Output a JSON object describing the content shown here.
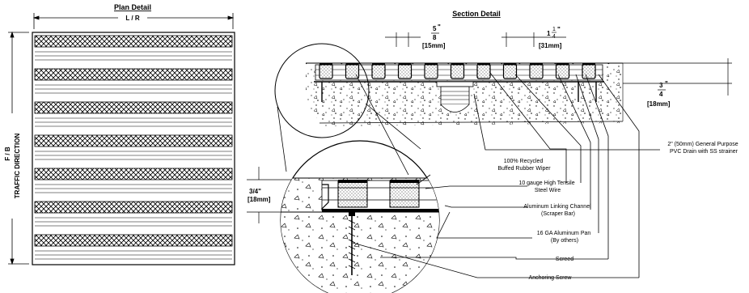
{
  "plan": {
    "title": "Plan Detail",
    "width_label": "L / R",
    "side_label_1": "F / B",
    "side_label_2": "TRAFFIC DIRECTION"
  },
  "section": {
    "title": "Section Detail",
    "dim_a_whole": "5",
    "dim_a_quote": "\"",
    "dim_a_den": "8",
    "dim_a_metric": "[15mm]",
    "dim_b_whole": "1",
    "dim_b_num": "1",
    "dim_b_den": "4",
    "dim_b_quote": "\"",
    "dim_b_metric": "[31mm]",
    "dim_c_num": "3",
    "dim_c_quote": "\"",
    "dim_c_den": "4",
    "dim_c_metric": "[18mm]",
    "detail_height": "3/4\"",
    "detail_height_metric": "[18mm]"
  },
  "callouts": [
    {
      "lines": [
        "2\" (50mm) General Purpose",
        "PVC Drain with SS strainer"
      ]
    },
    {
      "lines": [
        "100% Recycled",
        "Buffed Rubber Wiper"
      ]
    },
    {
      "lines": [
        "10 gauge High Tensile",
        "Steel Wire"
      ]
    },
    {
      "lines": [
        "Aluminum Linking Channel",
        "(Scraper Bar)"
      ]
    },
    {
      "lines": [
        "16 GA Aluminum Pan",
        "(By others)"
      ]
    },
    {
      "lines": [
        "Screed"
      ]
    },
    {
      "lines": [
        "Anchoring Screw"
      ]
    }
  ]
}
